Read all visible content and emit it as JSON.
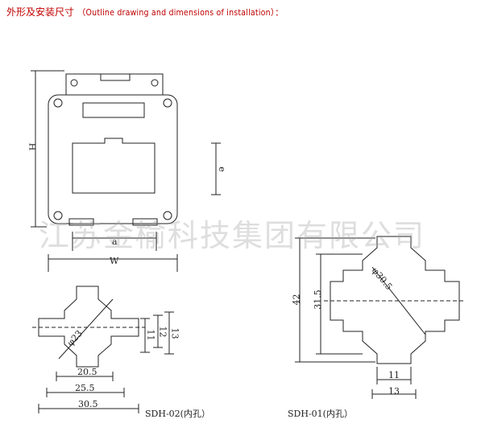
{
  "title": {
    "cn": "外形及安装尺寸",
    "en": "（Outline drawing and dimensions of installation）："
  },
  "watermark": "江苏金榆科技集团有限公司",
  "dimensions": {
    "H": "H",
    "e": "e",
    "a": "a",
    "W": "W",
    "d23": "φ23",
    "v11": "11",
    "v12": "12",
    "v13": "13",
    "h205": "20.5",
    "h255": "25.5",
    "h305": "30.5",
    "v42": "42",
    "v315": "31.5",
    "d305": "φ30.5",
    "b11": "11",
    "b13": "13"
  },
  "captions": {
    "sdh02": "SDH-02(内孔）",
    "sdh01": "SDH-01(内孔）"
  }
}
